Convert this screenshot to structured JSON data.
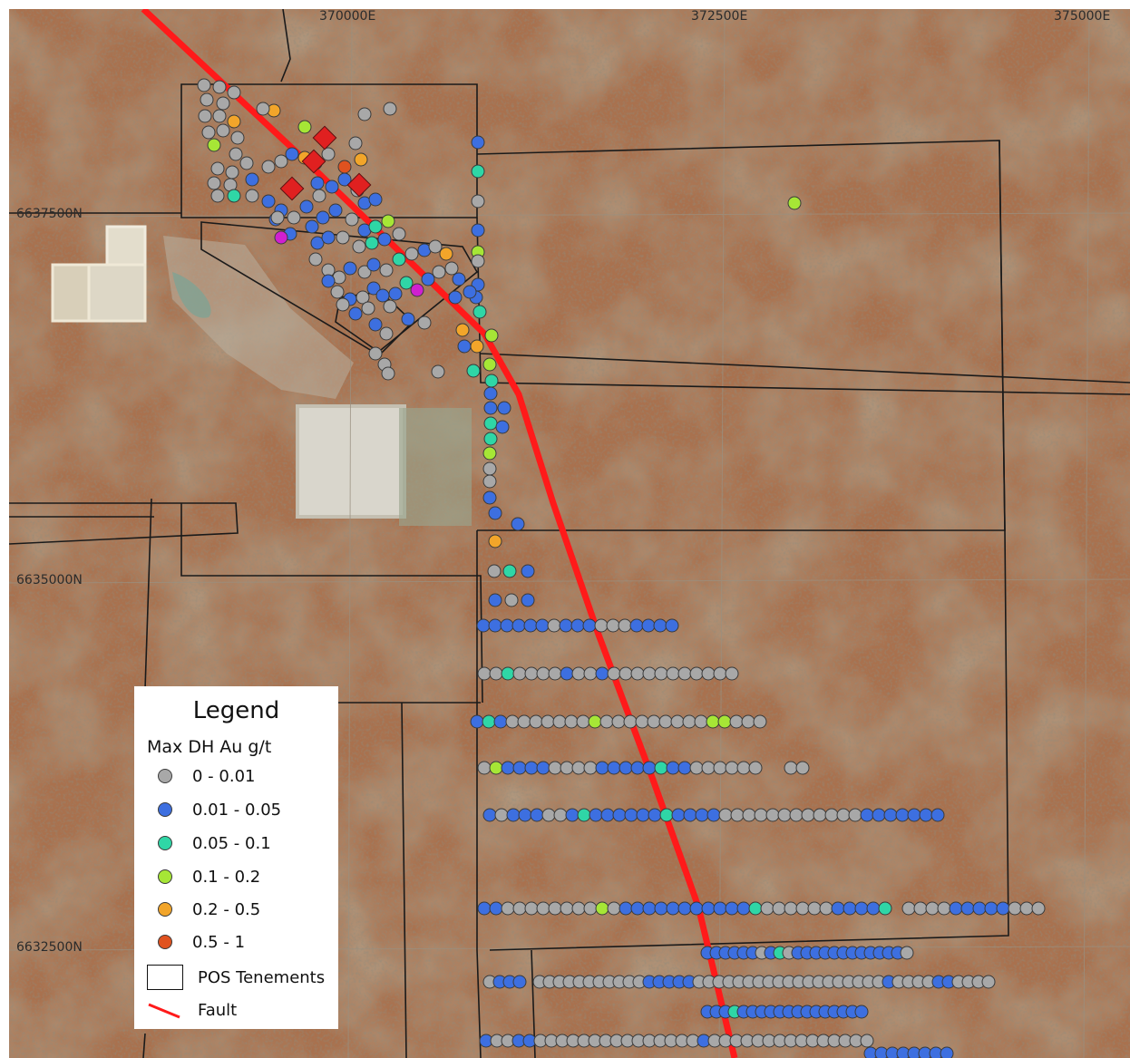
{
  "grid": {
    "eastings": [
      "370000E",
      "372500E",
      "375000E"
    ],
    "northings": [
      "6637500N",
      "6635000N",
      "6632500N"
    ]
  },
  "legend": {
    "title": "Legend",
    "subtitle": "Max DH Au g/t",
    "classes": [
      {
        "label": "0 - 0.01",
        "color": "#a8a8a8"
      },
      {
        "label": "0.01 - 0.05",
        "color": "#3d6fe0"
      },
      {
        "label": "0.05 - 0.1",
        "color": "#2fd6a6"
      },
      {
        "label": "0.1 - 0.2",
        "color": "#a6e636"
      },
      {
        "label": "0.2 - 0.5",
        "color": "#f2a52a"
      },
      {
        "label": "0.5 - 1",
        "color": "#e0521f"
      }
    ],
    "tenements_label": "POS Tenements",
    "fault_label": "Fault"
  },
  "colors": {
    "fault": "#ff1a1a",
    "tenement_line": "#1a1a1a",
    "gridline": "#9a9080",
    "high_grade_marker": "#e02020",
    "magenta_marker": "#d020d0",
    "terrain_base": "#a9714e"
  }
}
